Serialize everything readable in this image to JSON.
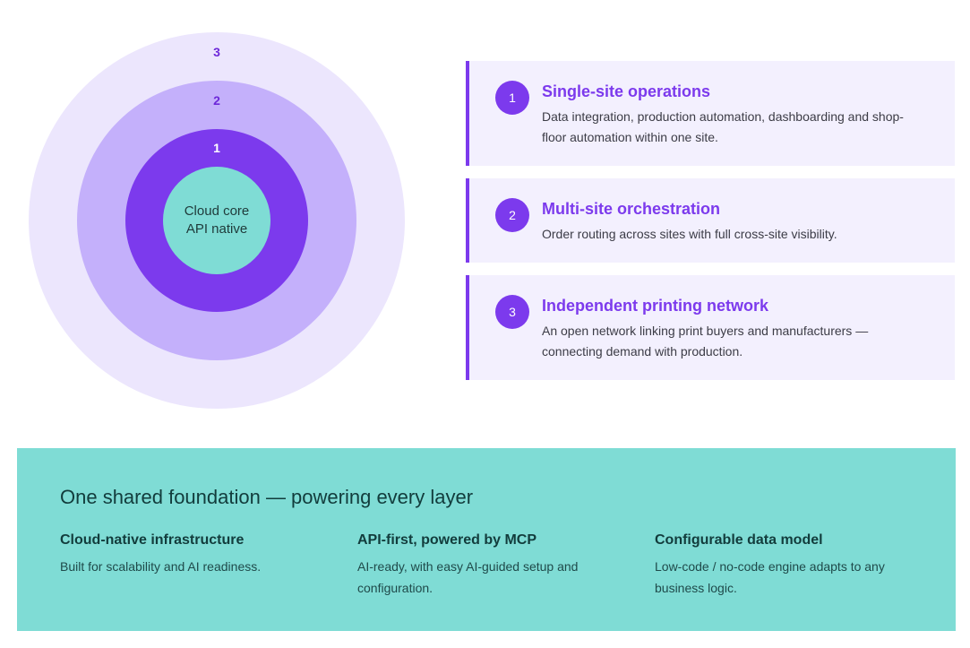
{
  "colors": {
    "ring_outer": "#ece6fd",
    "ring_middle": "#c4b0fb",
    "ring_inner": "#7c3aed",
    "core": "#7fdcd5",
    "accent": "#7c3aed",
    "card_bg": "#f3f0fe",
    "foundation_bg": "#7fdcd5",
    "ring_label_dark": "#6d28d9",
    "ring_label_light": "#ffffff"
  },
  "rings": {
    "core_lines": [
      "Cloud core",
      "API native"
    ],
    "labels": [
      "1",
      "2",
      "3"
    ]
  },
  "layers": [
    {
      "number": "1",
      "title": "Single-site operations",
      "description": "Data integration, production automation, dashboarding and shop-floor automation within one site."
    },
    {
      "number": "2",
      "title": "Multi-site orchestration",
      "description": "Order routing across sites with full cross-site visibility."
    },
    {
      "number": "3",
      "title": "Independent printing network",
      "description": "An open network linking print buyers and manufacturers — connecting demand with production."
    }
  ],
  "foundation": {
    "title": "One shared foundation — powering every layer",
    "pillars": [
      {
        "title": "Cloud-native infrastructure",
        "description": "Built for scalability and AI readiness."
      },
      {
        "title": "API-first, powered by MCP",
        "description": "AI-ready, with easy AI-guided setup and configuration."
      },
      {
        "title": "Configurable data model",
        "description": "Low-code / no-code engine adapts to any business logic."
      }
    ]
  }
}
